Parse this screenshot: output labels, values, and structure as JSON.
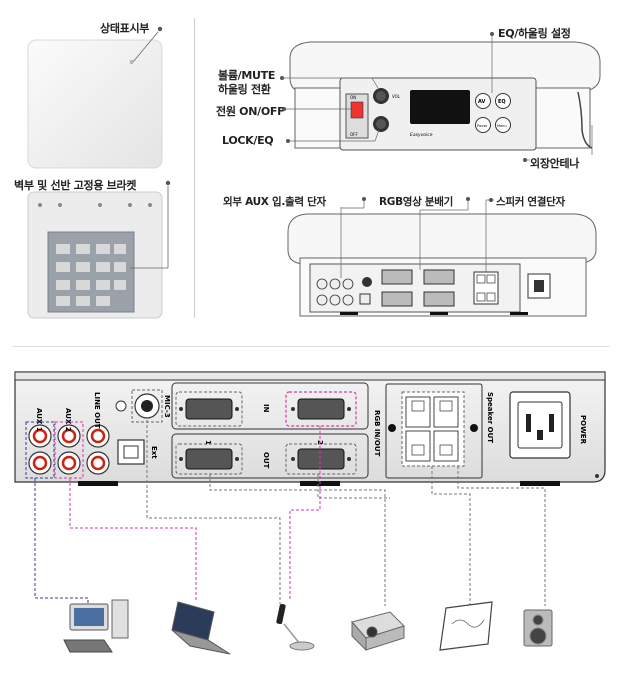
{
  "labels": {
    "status": "상태표시부",
    "bracket": "벽부 및 선반 고정용 브라켓",
    "volume1": "볼륨/MUTE",
    "volume2": "하울링 전환",
    "power": "전원 ON/OFF",
    "lock": "LOCK/EQ",
    "eq": "EQ/하울링 설정",
    "antenna": "외장안테나",
    "aux": "외부 AUX 입.출력 단자",
    "rgb": "RGB영상 분배기",
    "speaker": "스피커 연결단자"
  },
  "panel": {
    "aux1": "AUX 1",
    "aux2": "AUX 2",
    "line_out": "LINE OUT",
    "mic3": "MIC-3",
    "ext": "Ext",
    "in": "IN",
    "out": "OUT",
    "port1": "1",
    "port2": "2",
    "rgb_inout": "RGB IN/OUT",
    "speaker_out": "Speaker OUT",
    "power": "POWER"
  },
  "device_small": {
    "on": "ON",
    "off": "OFF",
    "vol": "VOL",
    "av": "AV",
    "eq": "EQ",
    "pause": "Pause",
    "menu": "Menu",
    "brand": "Easyvoice"
  },
  "colors": {
    "blue": "#3a3aa0",
    "magenta": "#d43aa8",
    "gray": "#888888"
  },
  "devices": [
    {
      "name": "desktop-pc-icon"
    },
    {
      "name": "laptop-icon"
    },
    {
      "name": "microphone-icon"
    },
    {
      "name": "projector-icon"
    },
    {
      "name": "electronic-board-icon"
    },
    {
      "name": "speaker-icon"
    }
  ]
}
